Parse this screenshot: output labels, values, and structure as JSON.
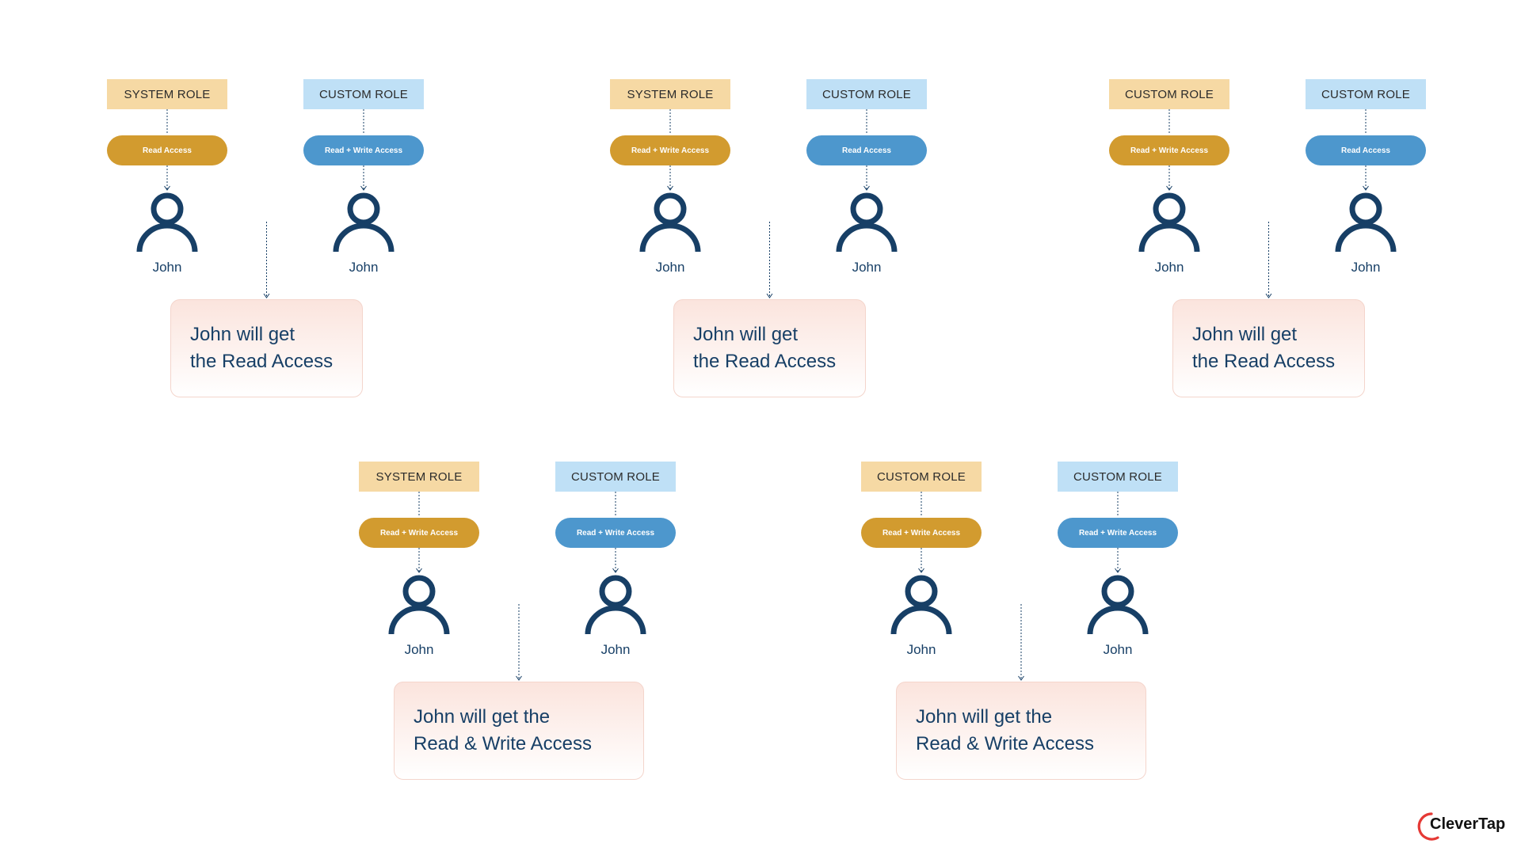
{
  "diagrams": [
    {
      "left": {
        "role": "SYSTEM ROLE",
        "role_type": "system",
        "access": "Read Access",
        "access_color": "gold",
        "user": "John"
      },
      "right": {
        "role": "CUSTOM ROLE",
        "role_type": "custom",
        "access": "Read + Write Access",
        "access_color": "blue",
        "user": "John"
      },
      "result": [
        "John will get",
        "the Read Access"
      ]
    },
    {
      "left": {
        "role": "SYSTEM ROLE",
        "role_type": "system",
        "access": "Read + Write Access",
        "access_color": "gold",
        "user": "John"
      },
      "right": {
        "role": "CUSTOM ROLE",
        "role_type": "custom",
        "access": "Read Access",
        "access_color": "blue",
        "user": "John"
      },
      "result": [
        "John will get",
        "the Read Access"
      ]
    },
    {
      "left": {
        "role": "CUSTOM ROLE",
        "role_type": "system",
        "access": "Read + Write Access",
        "access_color": "gold",
        "user": "John"
      },
      "right": {
        "role": "CUSTOM ROLE",
        "role_type": "custom",
        "access": "Read Access",
        "access_color": "blue",
        "user": "John"
      },
      "result": [
        "John will get",
        "the Read Access"
      ]
    },
    {
      "left": {
        "role": "SYSTEM ROLE",
        "role_type": "system",
        "access": "Read + Write Access",
        "access_color": "gold",
        "user": "John"
      },
      "right": {
        "role": "CUSTOM ROLE",
        "role_type": "custom",
        "access": "Read + Write Access",
        "access_color": "blue",
        "user": "John"
      },
      "result": [
        "John will get the",
        "Read & Write Access"
      ]
    },
    {
      "left": {
        "role": "CUSTOM ROLE",
        "role_type": "system",
        "access": "Read + Write Access",
        "access_color": "gold",
        "user": "John"
      },
      "right": {
        "role": "CUSTOM ROLE",
        "role_type": "custom",
        "access": "Read + Write Access",
        "access_color": "blue",
        "user": "John"
      },
      "result": [
        "John will get the",
        "Read & Write Access"
      ]
    }
  ],
  "colors": {
    "system_label_bg": "#f6d9a4",
    "custom_label_bg": "#bfe0f6",
    "gold_pill": "#d29b2f",
    "blue_pill": "#4d97cd",
    "navy_text": "#173f66",
    "result_bg": "#fbe4dd",
    "brand_red": "#e53935"
  },
  "brand": {
    "name": "CleverTap",
    "icon": "clevertap-logo-icon"
  }
}
